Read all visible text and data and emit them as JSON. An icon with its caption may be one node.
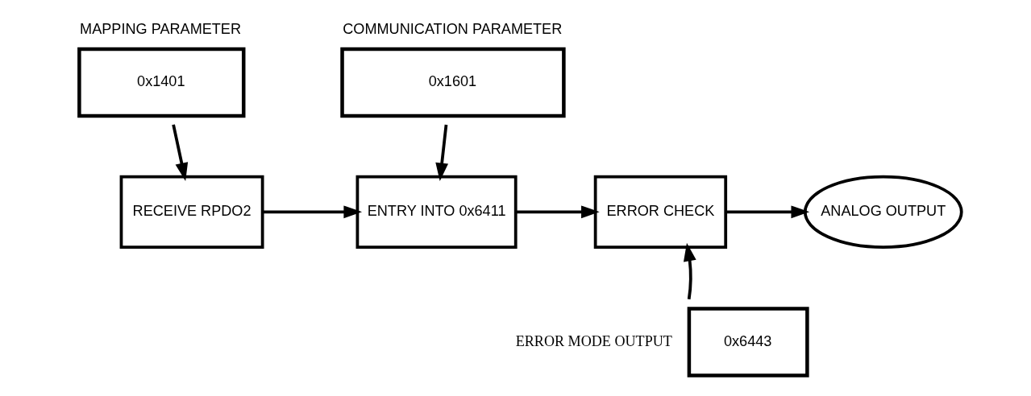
{
  "diagram": {
    "nodes": [
      {
        "text": [
          "0x1401"
        ],
        "beside": [
          "MAPPING PARAMETER"
        ]
      },
      {
        "text": [
          "0x1601"
        ],
        "beside": [
          "COMMUNICATION PARAMETER"
        ]
      },
      {
        "text": [
          "RECEIVE RPDO2"
        ]
      },
      {
        "text": [
          "ENTRY INTO 0x6411"
        ]
      },
      {
        "text": [
          "ERROR CHECK"
        ]
      },
      {
        "text": [
          "ANALOG OUTPUT"
        ]
      },
      {
        "text": [
          "0x6443"
        ],
        "beside": [
          "ERROR MODE OUTPUT"
        ]
      }
    ],
    "edges": [
      {
        "from": 0,
        "to": 2,
        "arrow": "to"
      },
      {
        "from": 1,
        "to": 3,
        "arrow": "to"
      },
      {
        "from": 2,
        "to": 3,
        "arrow": "to"
      },
      {
        "from": 3,
        "to": 4,
        "arrow": "to"
      },
      {
        "from": 4,
        "to": 5,
        "arrow": "to"
      },
      {
        "from": 6,
        "to": 4,
        "arrow": "to"
      }
    ]
  }
}
